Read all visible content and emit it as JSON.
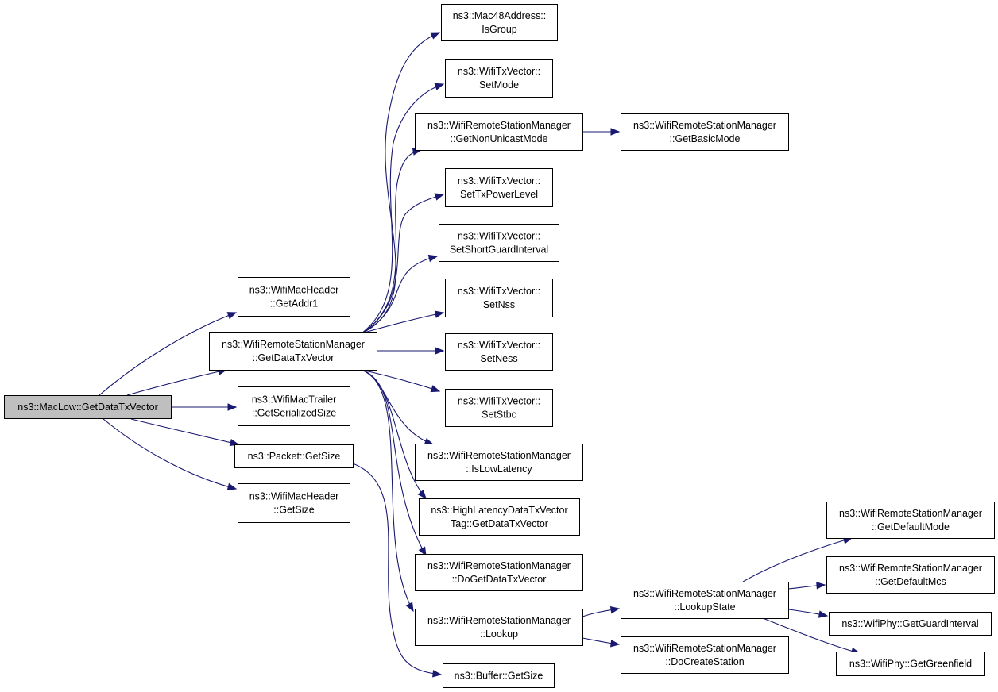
{
  "colors": {
    "edge": "#191970",
    "root_fill": "#bfbfbf",
    "node_fill": "#ffffff",
    "node_stroke": "#000000"
  },
  "nodes": {
    "root": {
      "lines": [
        "ns3::MacLow::GetDataTxVector"
      ]
    },
    "getAddr1": {
      "lines": [
        "ns3::WifiMacHeader",
        "::GetAddr1"
      ]
    },
    "getDataTxVectorRSM": {
      "lines": [
        "ns3::WifiRemoteStationManager",
        "::GetDataTxVector"
      ]
    },
    "trailerSize": {
      "lines": [
        "ns3::WifiMacTrailer",
        "::GetSerializedSize"
      ]
    },
    "packetSize": {
      "lines": [
        "ns3::Packet::GetSize"
      ]
    },
    "headerSize": {
      "lines": [
        "ns3::WifiMacHeader",
        "::GetSize"
      ]
    },
    "isGroup": {
      "lines": [
        "ns3::Mac48Address::",
        "IsGroup"
      ]
    },
    "setMode": {
      "lines": [
        "ns3::WifiTxVector::",
        "SetMode"
      ]
    },
    "nonUnicast": {
      "lines": [
        "ns3::WifiRemoteStationManager",
        "::GetNonUnicastMode"
      ]
    },
    "basicMode": {
      "lines": [
        "ns3::WifiRemoteStationManager",
        "::GetBasicMode"
      ]
    },
    "txPower": {
      "lines": [
        "ns3::WifiTxVector::",
        "SetTxPowerLevel"
      ]
    },
    "sgi": {
      "lines": [
        "ns3::WifiTxVector::",
        "SetShortGuardInterval"
      ]
    },
    "nss": {
      "lines": [
        "ns3::WifiTxVector::",
        "SetNss"
      ]
    },
    "ness": {
      "lines": [
        "ns3::WifiTxVector::",
        "SetNess"
      ]
    },
    "stbc": {
      "lines": [
        "ns3::WifiTxVector::",
        "SetStbc"
      ]
    },
    "lowLatency": {
      "lines": [
        "ns3::WifiRemoteStationManager",
        "::IsLowLatency"
      ]
    },
    "hlTag": {
      "lines": [
        "ns3::HighLatencyDataTxVector",
        "Tag::GetDataTxVector"
      ]
    },
    "doGet": {
      "lines": [
        "ns3::WifiRemoteStationManager",
        "::DoGetDataTxVector"
      ]
    },
    "lookup": {
      "lines": [
        "ns3::WifiRemoteStationManager",
        "::Lookup"
      ]
    },
    "bufferSize": {
      "lines": [
        "ns3::Buffer::GetSize"
      ]
    },
    "lookupState": {
      "lines": [
        "ns3::WifiRemoteStationManager",
        "::LookupState"
      ]
    },
    "doCreate": {
      "lines": [
        "ns3::WifiRemoteStationManager",
        "::DoCreateStation"
      ]
    },
    "defMode": {
      "lines": [
        "ns3::WifiRemoteStationManager",
        "::GetDefaultMode"
      ]
    },
    "defMcs": {
      "lines": [
        "ns3::WifiRemoteStationManager",
        "::GetDefaultMcs"
      ]
    },
    "guardInt": {
      "lines": [
        "ns3::WifiPhy::GetGuardInterval"
      ]
    },
    "greenfield": {
      "lines": [
        "ns3::WifiPhy::GetGreenfield"
      ]
    }
  },
  "edges": [
    [
      "root",
      "getAddr1"
    ],
    [
      "root",
      "getDataTxVectorRSM"
    ],
    [
      "root",
      "trailerSize"
    ],
    [
      "root",
      "packetSize"
    ],
    [
      "root",
      "headerSize"
    ],
    [
      "getDataTxVectorRSM",
      "isGroup"
    ],
    [
      "getDataTxVectorRSM",
      "setMode"
    ],
    [
      "getDataTxVectorRSM",
      "nonUnicast"
    ],
    [
      "getDataTxVectorRSM",
      "txPower"
    ],
    [
      "getDataTxVectorRSM",
      "sgi"
    ],
    [
      "getDataTxVectorRSM",
      "nss"
    ],
    [
      "getDataTxVectorRSM",
      "ness"
    ],
    [
      "getDataTxVectorRSM",
      "stbc"
    ],
    [
      "getDataTxVectorRSM",
      "lowLatency"
    ],
    [
      "getDataTxVectorRSM",
      "hlTag"
    ],
    [
      "getDataTxVectorRSM",
      "doGet"
    ],
    [
      "getDataTxVectorRSM",
      "lookup"
    ],
    [
      "nonUnicast",
      "basicMode"
    ],
    [
      "packetSize",
      "bufferSize"
    ],
    [
      "lookup",
      "lookupState"
    ],
    [
      "lookup",
      "doCreate"
    ],
    [
      "lookupState",
      "defMode"
    ],
    [
      "lookupState",
      "defMcs"
    ],
    [
      "lookupState",
      "guardInt"
    ],
    [
      "lookupState",
      "greenfield"
    ]
  ]
}
